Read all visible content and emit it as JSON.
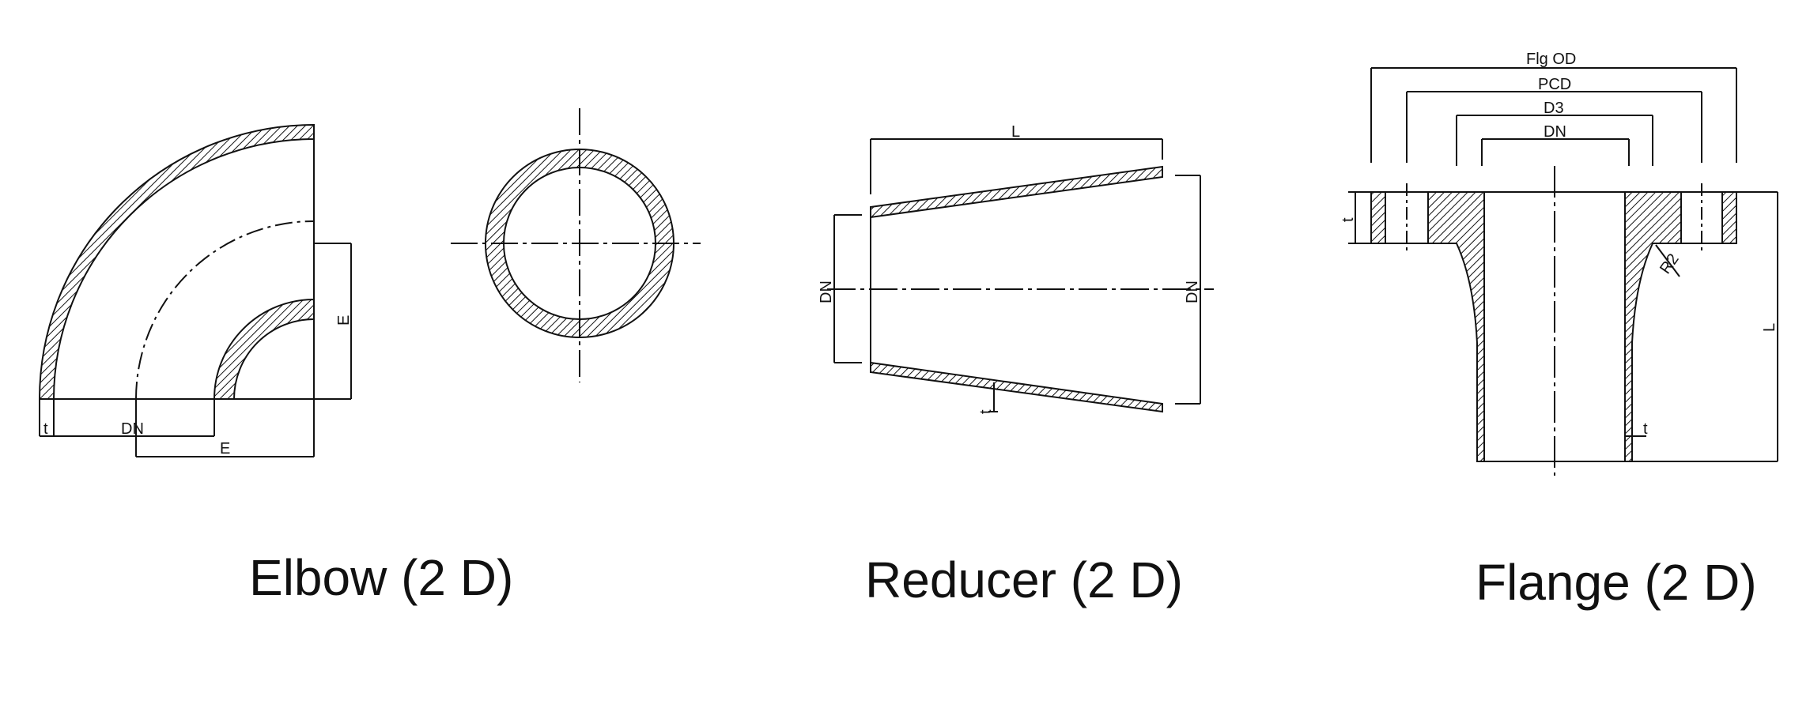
{
  "captions": {
    "elbow": "Elbow (2 D)",
    "reducer": "Reducer (2 D)",
    "flange": "Flange (2 D)"
  },
  "elbow_labels": {
    "t": "t",
    "dn": "DN",
    "e_bottom": "E",
    "e_side": "E"
  },
  "reducer_labels": {
    "l": "L",
    "dn_left": "DN",
    "dn_right": "DN",
    "t": "t"
  },
  "flange_labels": {
    "flg_od": "Flg OD",
    "pcd": "PCD",
    "d3": "D3",
    "dn": "DN",
    "t_top": "t",
    "r2": "R2",
    "l": "L",
    "t_bottom": "t"
  },
  "colors": {
    "line": "#111111",
    "background": "#ffffff"
  }
}
